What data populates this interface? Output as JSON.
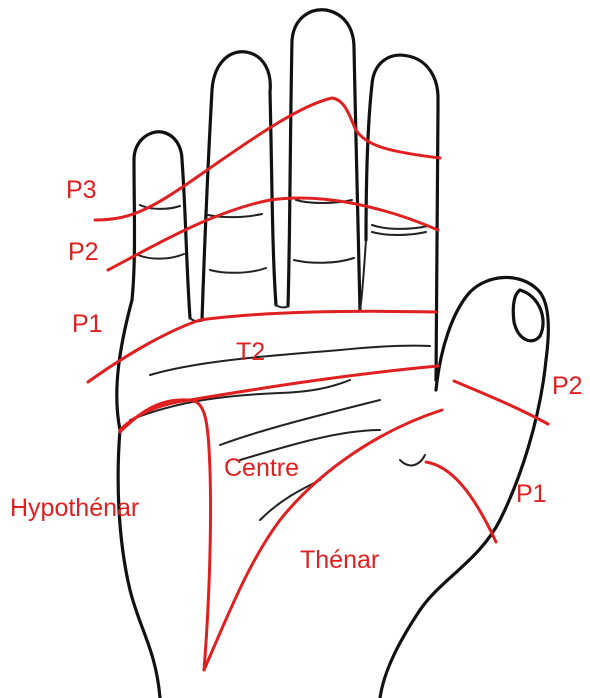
{
  "colors": {
    "zone_line": "#e02020",
    "outline": "#111111",
    "background": "#ffffff"
  },
  "labels": {
    "finger_p3": "P3",
    "finger_p2": "P2",
    "finger_p1": "P1",
    "t2": "T2",
    "centre": "Centre",
    "hypothenar": "Hypothénar",
    "thenar": "Thénar",
    "thumb_p2": "P2",
    "thumb_p1": "P1"
  }
}
